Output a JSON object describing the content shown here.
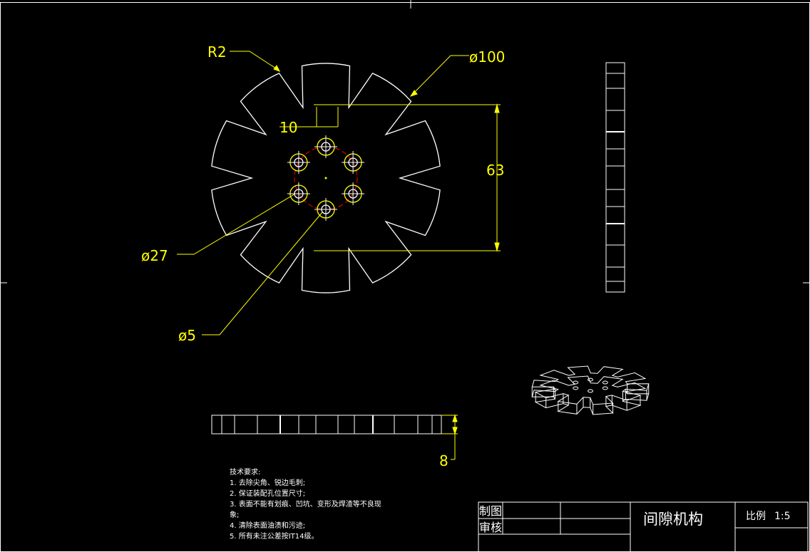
{
  "drawing": {
    "colors": {
      "background": "#000000",
      "geometry": "#ffffff",
      "dimension": "#ffff00",
      "centerline": "#ff0000"
    },
    "dimensions": {
      "fillet_radius": "R2",
      "outer_diameter": "ø100",
      "slot_width": "10",
      "overall_height": "63",
      "bolt_circle": "ø27",
      "hole_diameter": "ø5",
      "thickness": "8"
    },
    "technical_requirements": {
      "heading": "技术要求:",
      "items": [
        "1. 去除尖角、锐边毛刺;",
        "2. 保证装配孔位置尺寸;",
        "3. 表面不能有划痕、凹坑、变形及焊渣等不良现",
        "象;",
        "4. 清除表面油渍和污迹;",
        "5. 所有未注公差按IT14级。"
      ]
    },
    "title_block": {
      "drawn_by_label": "制图",
      "checked_by_label": "审核",
      "part_name": "间隙机构",
      "scale_label": "比例",
      "scale_value": "1:5"
    }
  }
}
